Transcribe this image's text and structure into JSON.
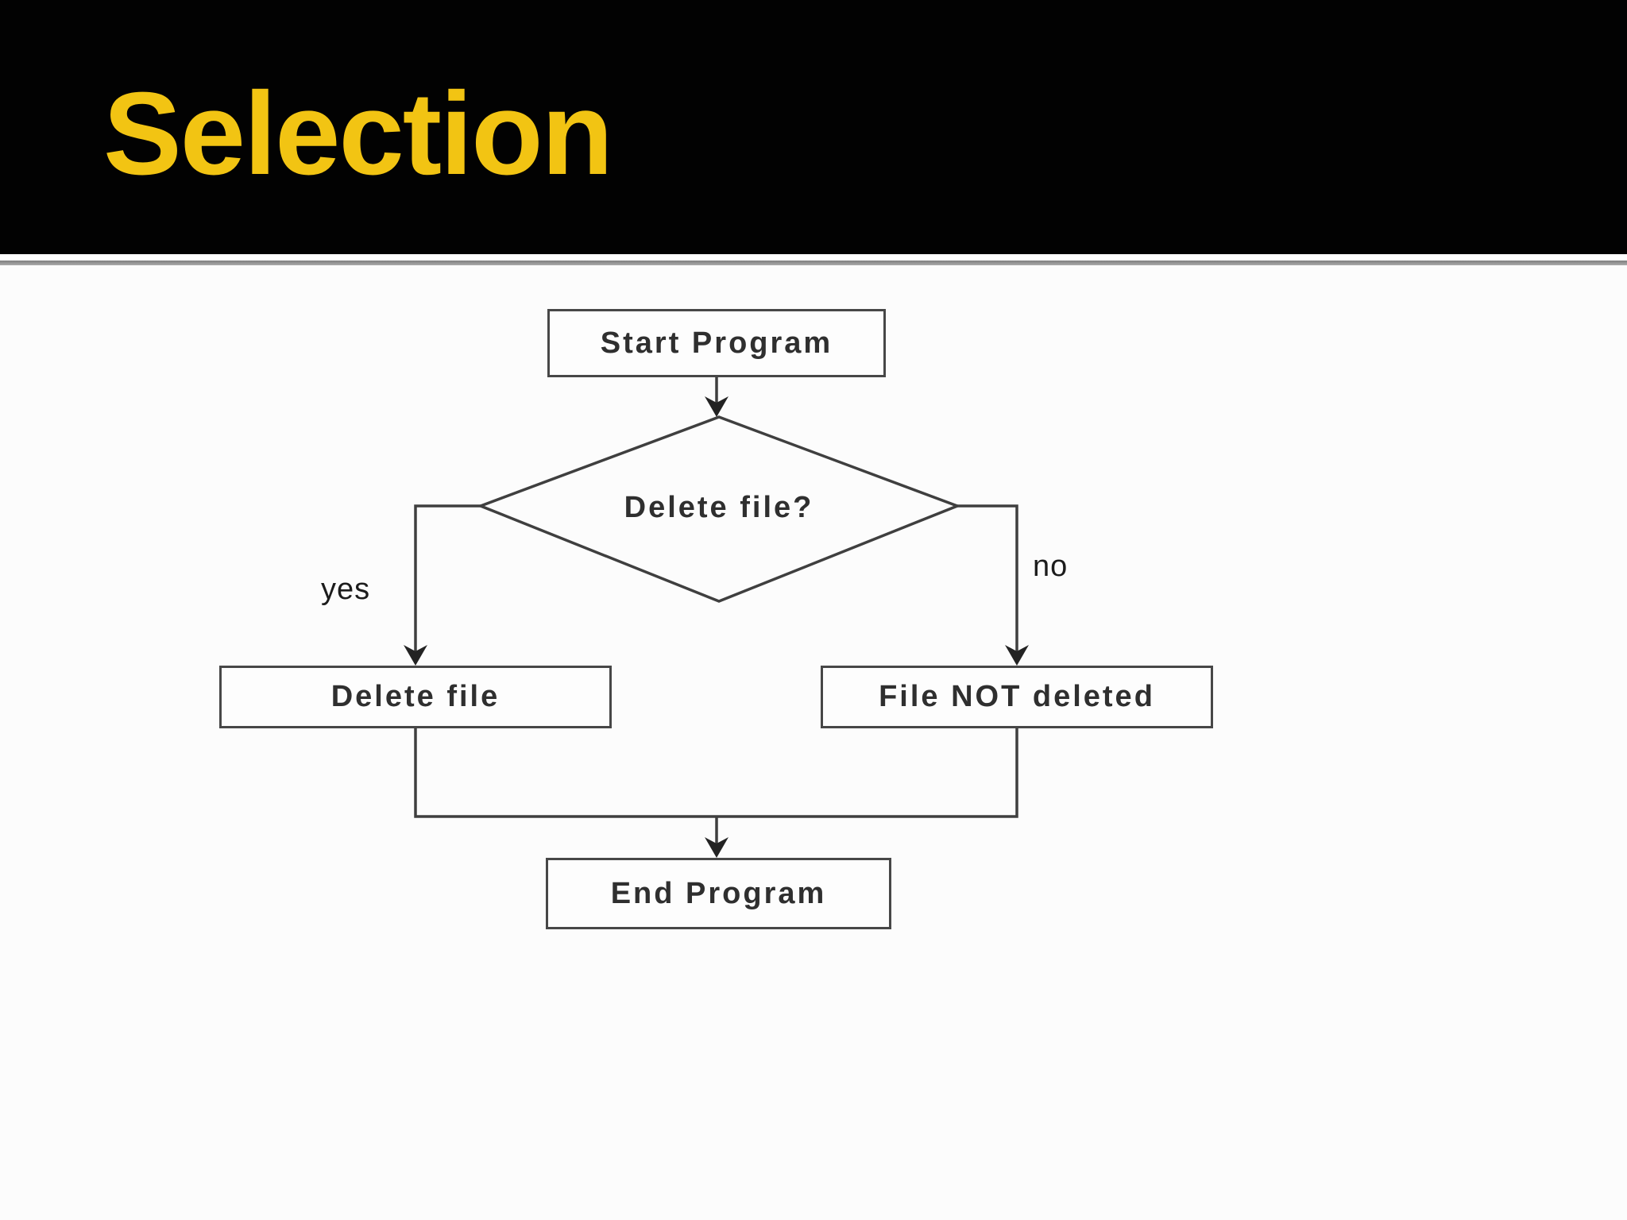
{
  "slide": {
    "title": "Selection",
    "colors": {
      "title_text": "#f2c413",
      "header_bg": "#020202",
      "separator": "#8c8c8c",
      "body_bg": "#fcfcfc",
      "line": "#3f3f3f",
      "node_border": "#474747",
      "node_bg": "#fdfdfd",
      "node_text": "#2f2f2f"
    }
  },
  "flowchart": {
    "nodes": {
      "start": {
        "type": "process",
        "label": "Start Program"
      },
      "decision": {
        "type": "decision",
        "label": "Delete file?"
      },
      "yes_branch": {
        "type": "process",
        "label": "Delete file"
      },
      "no_branch": {
        "type": "process",
        "label": "File NOT deleted"
      },
      "end": {
        "type": "process",
        "label": "End Program"
      }
    },
    "edges": {
      "yes_label": "yes",
      "no_label": "no"
    }
  }
}
